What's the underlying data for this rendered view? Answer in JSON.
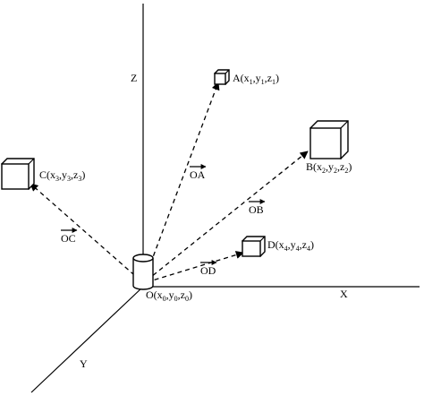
{
  "axes": {
    "x_label": "X",
    "y_label": "Y",
    "z_label": "Z"
  },
  "origin": {
    "name": "O",
    "coords": [
      [
        "x",
        "0"
      ],
      [
        "y",
        "0"
      ],
      [
        "z",
        "0"
      ]
    ]
  },
  "points": {
    "A": {
      "name": "A",
      "coords": [
        [
          "x",
          "1"
        ],
        [
          "y",
          "1"
        ],
        [
          "z",
          "1"
        ]
      ]
    },
    "B": {
      "name": "B",
      "coords": [
        [
          "x",
          "2"
        ],
        [
          "y",
          "2"
        ],
        [
          "z",
          "2"
        ]
      ]
    },
    "C": {
      "name": "C",
      "coords": [
        [
          "x",
          "3"
        ],
        [
          "y",
          "3"
        ],
        [
          "z",
          "3"
        ]
      ]
    },
    "D": {
      "name": "D",
      "coords": [
        [
          "x",
          "4"
        ],
        [
          "y",
          "4"
        ],
        [
          "z",
          "4"
        ]
      ]
    }
  },
  "vectors": {
    "OA": "OA",
    "OB": "OB",
    "OC": "OC",
    "OD": "OD"
  }
}
